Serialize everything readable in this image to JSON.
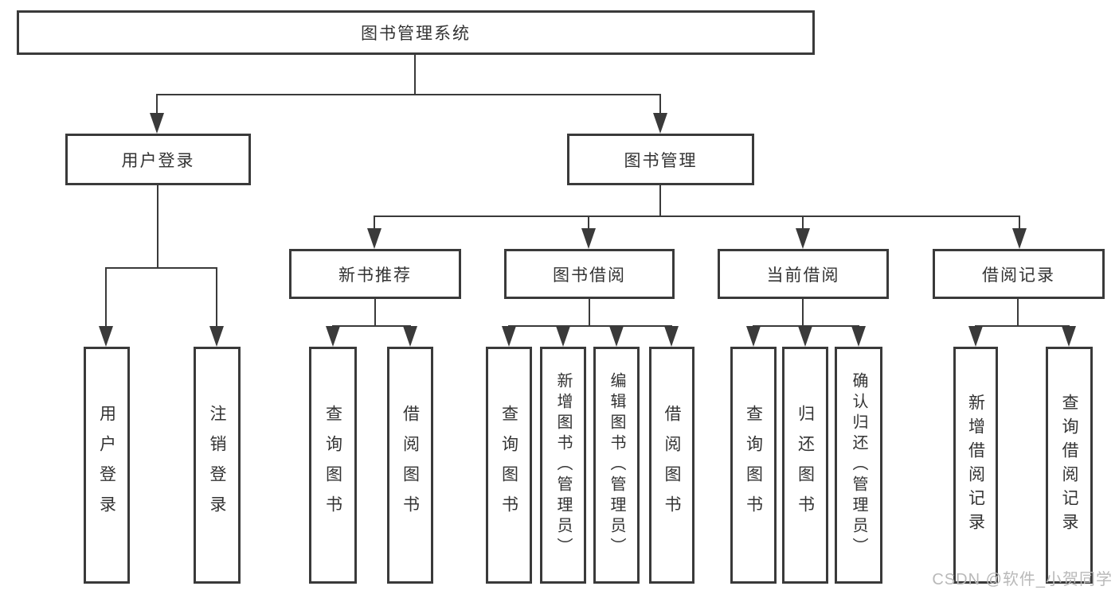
{
  "meta": {
    "diagram_type": "function-structure-tree",
    "line_color": "#3a3a3a",
    "text_color": "#333333",
    "background_color": "#ffffff",
    "watermark_color": "#b9b9b9"
  },
  "tree": {
    "root": {
      "label": "图书管理系统"
    },
    "branches": [
      {
        "label": "用户登录",
        "children": [
          {
            "label": "用户登录"
          },
          {
            "label": "注销登录"
          }
        ]
      },
      {
        "label": "图书管理",
        "children": [
          {
            "label": "新书推荐",
            "children": [
              {
                "label": "查询图书"
              },
              {
                "label": "借阅图书"
              }
            ]
          },
          {
            "label": "图书借阅",
            "children": [
              {
                "label": "查询图书"
              },
              {
                "label": "新增图书（管理员）"
              },
              {
                "label": "编辑图书（管理员）"
              },
              {
                "label": "借阅图书"
              }
            ]
          },
          {
            "label": "当前借阅",
            "children": [
              {
                "label": "查询图书"
              },
              {
                "label": "归还图书"
              },
              {
                "label": "确认归还（管理员）"
              }
            ]
          },
          {
            "label": "借阅记录",
            "children": [
              {
                "label": "新增借阅记录"
              },
              {
                "label": "查询借阅记录"
              }
            ]
          }
        ]
      }
    ]
  },
  "watermark": "CSDN @软件_小贺同学"
}
